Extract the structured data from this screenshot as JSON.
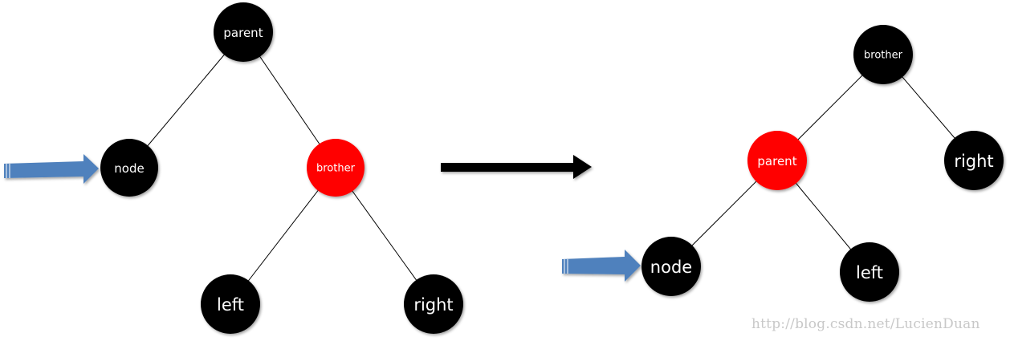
{
  "colors": {
    "black_node": "#000000",
    "red_node": "#ff0000",
    "pointer_arrow": "#4f81bd",
    "transition_arrow": "#000000",
    "label": "#ffffff"
  },
  "before": {
    "nodes": {
      "parent": "parent",
      "node": "node",
      "brother": "brother",
      "left": "left",
      "right": "right"
    }
  },
  "after": {
    "nodes": {
      "brother": "brother",
      "parent": "parent",
      "right": "right",
      "node": "node",
      "left": "left"
    }
  },
  "watermark": "http://blog.csdn.net/LucienDuan"
}
